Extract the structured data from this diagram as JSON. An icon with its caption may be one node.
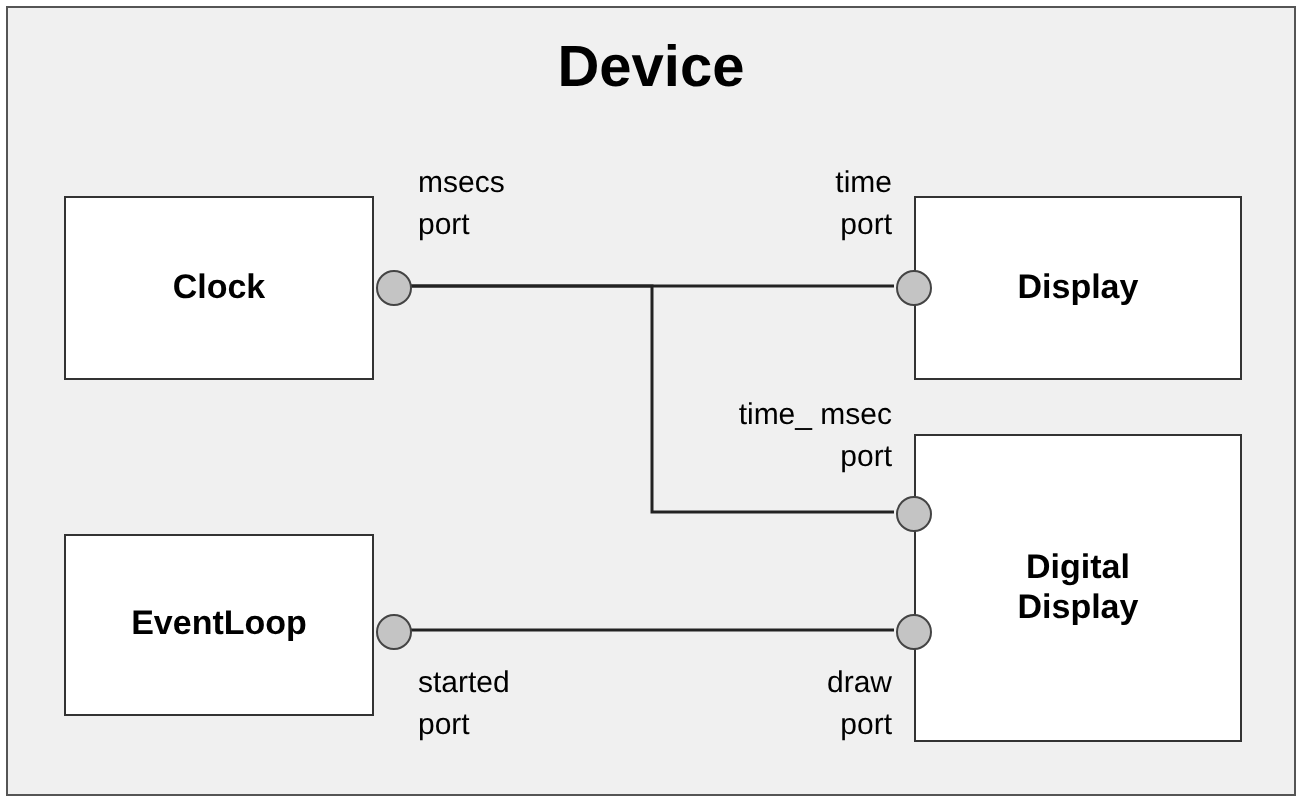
{
  "diagram": {
    "nodes": [
      {
        "text": [
          "Device"
        ]
      },
      {
        "text": [
          "Clock"
        ],
        "in": 0
      },
      {
        "text": [
          "Display"
        ],
        "in": 0
      },
      {
        "text": [
          "Digital Display"
        ],
        "in": 0
      },
      {
        "text": [
          "EventLoop"
        ],
        "in": 0
      },
      {
        "text": [],
        "shape": "circle",
        "in": 0,
        "beside": [
          "msecs port"
        ]
      },
      {
        "text": [],
        "shape": "circle",
        "in": 0,
        "beside": [
          "time port"
        ]
      },
      {
        "text": [],
        "shape": "circle",
        "in": 0,
        "beside": [
          "time_ msec port"
        ]
      },
      {
        "text": [],
        "shape": "circle",
        "in": 0,
        "beside": [
          "started port"
        ]
      },
      {
        "text": [],
        "shape": "circle",
        "in": 0,
        "beside": [
          "draw port"
        ]
      }
    ],
    "edges": [
      {
        "from": 5,
        "to": 6,
        "arrow": "none"
      },
      {
        "from": 5,
        "to": 7,
        "arrow": "none"
      },
      {
        "from": 8,
        "to": 9,
        "arrow": "none"
      }
    ]
  }
}
